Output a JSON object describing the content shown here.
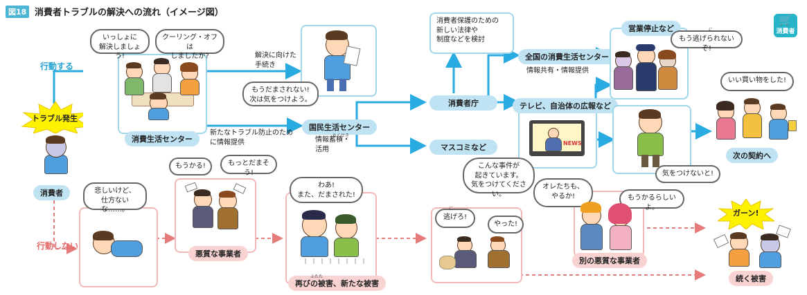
{
  "header": {
    "figure_number": "図18",
    "title": "消費者トラブルの解決への流れ（イメージ図）"
  },
  "consumer_icon": {
    "label": "消費者",
    "icon": "shopping-cart-icon"
  },
  "trouble": {
    "burst_label": "トラブル発生",
    "consumer_label": "消費者"
  },
  "branches": {
    "act": "行動する",
    "not_act": "行動しない"
  },
  "center": {
    "label": "消費生活センター",
    "bubble_left": "いっしょに\n解決しましょう!",
    "bubble_right": "クーリング・オフは\nしましたか?",
    "arrow_note": "解決に向けた\n手続き",
    "reflect_bubble": "もうだまされない!\n次は気をつけよう。",
    "info_note": "新たなトラブル防止のため\nに情報提供"
  },
  "national_center": {
    "label": "国民生活センター",
    "note": "情報蓄積・\n活用",
    "ruby": "ちくせき"
  },
  "agency": {
    "label": "消費者庁",
    "law_note": "消費者保護のための\n新しい法律や\n制度などを検討",
    "national_network": "全国の消費生活センター",
    "network_note": "情報共有・情報提供"
  },
  "media": {
    "label": "マスコミなど"
  },
  "business_stop": {
    "label": "営業停止など",
    "bubble": "もう逃げられないぞ!",
    "ruby": "に"
  },
  "tv": {
    "label": "テレビ、自治体の広報など",
    "news": "NEWS",
    "bubble": "こんな事件が\n起きています。\n気をつけてください。"
  },
  "careful": {
    "bubble": "気をつけないと!"
  },
  "good_shopping": {
    "bubble": "いい買い物をした!",
    "label": "次の契約へ"
  },
  "no_action": {
    "bubble": "悲しいけど、\n仕方ないな……。"
  },
  "bad_business": {
    "label": "悪質な事業者",
    "bubble_left": "もうかる!",
    "bubble_right": "もっとだまそう!"
  },
  "victim_again": {
    "label": "再びの被害、新たな被害",
    "bubble": "わあ!\nまた、だまされた!",
    "ruby": "ふたた"
  },
  "escape": {
    "bubble_left": "逃げろ!",
    "bubble_right": "やった!",
    "ruby": "に"
  },
  "other_bad": {
    "label": "別の悪質な事業者",
    "bubble_left": "オレたちも、\nやるか!",
    "bubble_right": "もうかるらしいよ。"
  },
  "continuing": {
    "bubble": "ガーン!",
    "label": "続く被害"
  },
  "colors": {
    "blue_arrow": "#29abe2",
    "pink_arrow": "#e57b7b",
    "pill_blue": "#bfe3f2",
    "pill_pink": "#f9d2d2"
  }
}
